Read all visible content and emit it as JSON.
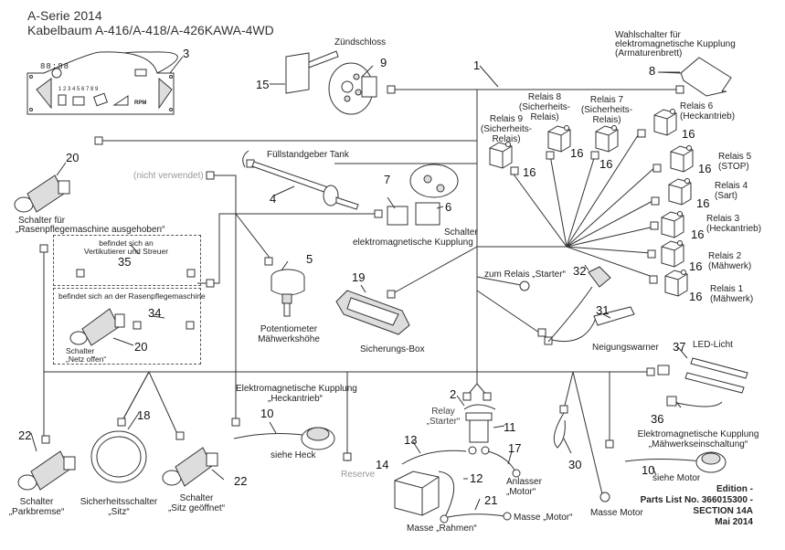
{
  "header": {
    "title_line1": "A-Serie 2014",
    "title_line2": "Kabelbaum A-416/A-418/A-426KAWA-4WD"
  },
  "parts": {
    "p1": "1",
    "p2": "2",
    "p3": "3",
    "p4": "4",
    "p5": "5",
    "p6": "6",
    "p7": "7",
    "p8": "8",
    "p9": "9",
    "p10a": "10",
    "p10b": "10",
    "p11": "11",
    "p12": "12",
    "p13": "13",
    "p14": "14",
    "p15": "15",
    "p17": "17",
    "p18": "18",
    "p19": "19",
    "p20a": "20",
    "p20b": "20",
    "p21": "21",
    "p22a": "22",
    "p22b": "22",
    "p30": "30",
    "p31": "31",
    "p32": "32",
    "p34": "34",
    "p35": "35",
    "p36": "36",
    "p37": "37",
    "relay_num": "16"
  },
  "labels": {
    "ignition": "Zündschloss",
    "selector_switch": [
      "Wahlschalter für",
      "elektromagnetische Kupplung",
      "(Armaturenbrett)"
    ],
    "fuel_sender": "Füllstandgeber Tank",
    "not_used": "(nicht verwendet)",
    "switch_lift": [
      "Schalter für",
      "„Rasenpflegemaschine ausgehoben“"
    ],
    "box35_note": [
      "befindet sich an",
      "Vertikutierer und Streuer"
    ],
    "box34_note": "befindet sich an der Rasenpflegemaschine",
    "switch_net": [
      "Schalter",
      "„Netz offen“"
    ],
    "potentiometer": [
      "Potentiometer",
      "Mähwerkshöhe"
    ],
    "pto_switch": [
      "Schalter",
      "elektromagnetische Kupplung"
    ],
    "fuse_box": "Sicherungs-Box",
    "to_starter_relay": "zum Relais „Starter“",
    "tilt_warner": "Neigungswarner",
    "led_light": "LED-Licht",
    "clutch_rear": [
      "Elektromagnetische Kupplung",
      "„Heckantrieb“"
    ],
    "see_rear": "siehe Heck",
    "reserve": "Reserve",
    "relay_starter": [
      "Relay",
      "„Starter“"
    ],
    "starter_motor": [
      "Anlasser",
      "„Motor“"
    ],
    "ground_frame": "Masse „Rahmen“",
    "ground_motor_q": "Masse „Motor“",
    "ground_motor": "Masse Motor",
    "clutch_mower": [
      "Elektromagnetische Kupplung",
      "„Mähwerkseinschaltung“"
    ],
    "see_motor": "siehe Motor",
    "park_brake": [
      "Schalter",
      "„Parkbremse“"
    ],
    "seat_safety": [
      "Sicherheitsschalter",
      "„Sitz“"
    ],
    "seat_open": [
      "Schalter",
      "„Sitz geöffnet“"
    ]
  },
  "relays": [
    {
      "name": "Relais 9",
      "sub": [
        "(Sicherheits-",
        "Relais)"
      ]
    },
    {
      "name": "Relais 8",
      "sub": [
        "(Sicherheits-",
        "Relais)"
      ]
    },
    {
      "name": "Relais 7",
      "sub": [
        "(Sicherheits-",
        "Relais)"
      ]
    },
    {
      "name": "Relais 6",
      "sub": [
        "(Heckantrieb)"
      ]
    },
    {
      "name": "Relais 5",
      "sub": [
        "(STOP)"
      ]
    },
    {
      "name": "Relais 4",
      "sub": [
        "(Sart)"
      ]
    },
    {
      "name": "Relais 3",
      "sub": [
        "(Heckantrieb)"
      ]
    },
    {
      "name": "Relais 2",
      "sub": [
        "(Mähwerk)"
      ]
    },
    {
      "name": "Relais 1",
      "sub": [
        "(Mähwerk)"
      ]
    }
  ],
  "dashboard": {
    "clock": "88:88",
    "indicators": "1 2 3 4 5 6 7 8 9",
    "rpm": "RPM"
  },
  "edition": {
    "line1": "Edition -",
    "line2": "Parts List No. 366015300 -",
    "line3": "SECTION 14A",
    "line4": "Mai 2014"
  }
}
